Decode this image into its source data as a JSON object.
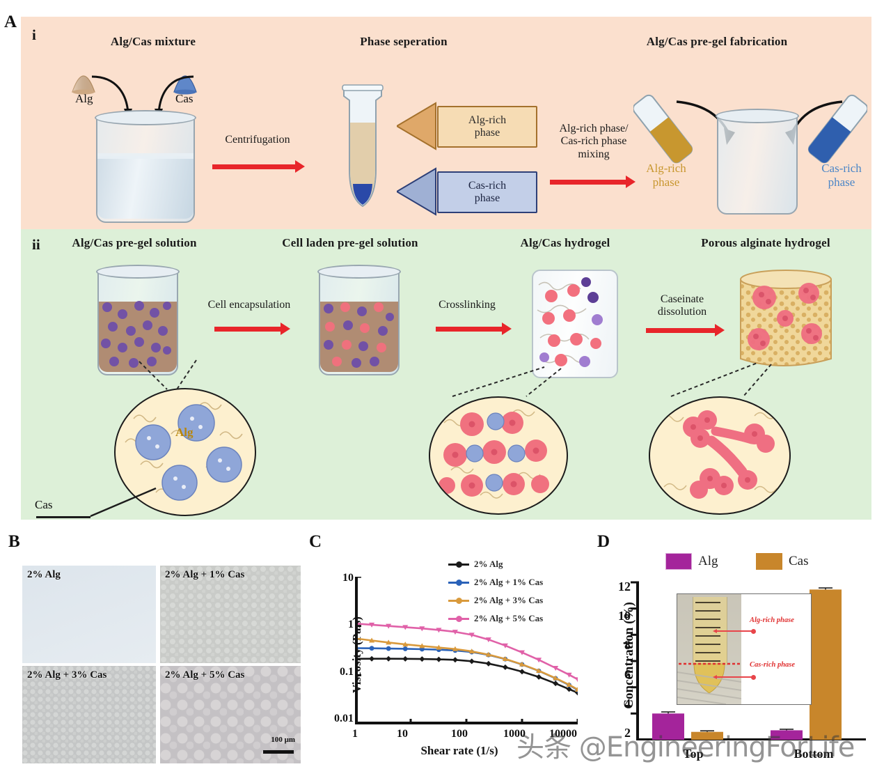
{
  "panels": {
    "a": {
      "letter": "A",
      "sub_i": "i",
      "sub_ii": "ii"
    },
    "b": {
      "letter": "B"
    },
    "c": {
      "letter": "C"
    },
    "d": {
      "letter": "D"
    }
  },
  "panel_a_i": {
    "titles": [
      "Alg/Cas mixture",
      "Phase seperation",
      "Alg/Cas pre-gel fabrication"
    ],
    "powder_labels": {
      "alg": "Alg",
      "cas": "Cas"
    },
    "arrow1_label": "Centrifugation",
    "arrow2_label": "Alg-rich phase/\nCas-rich phase\nmixing",
    "phase_boxes": [
      {
        "name": "alg-rich",
        "text": "Alg-rich\nphase"
      },
      {
        "name": "cas-rich",
        "text": "Cas-rich\nphase"
      }
    ],
    "vial_labels": [
      {
        "name": "alg-rich",
        "text": "Alg-rich\nphase"
      },
      {
        "name": "cas-rich",
        "text": "Cas-rich\nphase"
      }
    ]
  },
  "panel_a_ii": {
    "titles": [
      "Alg/Cas pre-gel solution",
      "Cell laden pre-gel solution",
      "Alg/Cas hydrogel",
      "Porous alginate hydrogel"
    ],
    "arrow_labels": [
      "Cell encapsulation",
      "Crosslinking",
      "Caseinate\ndissolution"
    ],
    "inset_labels": {
      "alg": "Alg",
      "cas": "Cas"
    }
  },
  "panel_b": {
    "images": [
      {
        "label": "2% Alg"
      },
      {
        "label": "2% Alg + 1% Cas"
      },
      {
        "label": "2% Alg + 3% Cas"
      },
      {
        "label": "2% Alg + 5% Cas"
      }
    ],
    "scalebar_label": "100 μm"
  },
  "chart_data": [
    {
      "id": "panel_c",
      "type": "line",
      "title": "",
      "xlabel": "Shear rate (1/s)",
      "ylabel": "Viscosity (Pa.s)",
      "xscale": "log",
      "yscale": "log",
      "xlim": [
        1,
        10000
      ],
      "ylim": [
        0.01,
        10
      ],
      "xticks": [
        "1",
        "10",
        "100",
        "1000",
        "10000"
      ],
      "yticks": [
        "0.01",
        "0.1",
        "1",
        "10"
      ],
      "grid": false,
      "legend_position": "top-right",
      "series": [
        {
          "name": "2% Alg",
          "color": "#1a1a1a",
          "marker": "diamond",
          "x": [
            1,
            2,
            4,
            8,
            16,
            32,
            63,
            125,
            250,
            500,
            1000,
            2000,
            4000,
            7000,
            10000
          ],
          "y": [
            0.215,
            0.216,
            0.216,
            0.215,
            0.213,
            0.21,
            0.205,
            0.192,
            0.172,
            0.145,
            0.118,
            0.092,
            0.068,
            0.052,
            0.044
          ]
        },
        {
          "name": "2% Alg + 1% Cas",
          "color": "#2a62b8",
          "marker": "circle",
          "x": [
            1,
            2,
            4,
            8,
            16,
            32,
            63,
            125,
            250,
            500,
            1000,
            2000,
            4000,
            7000,
            10000
          ],
          "y": [
            0.355,
            0.352,
            0.348,
            0.344,
            0.338,
            0.33,
            0.318,
            0.295,
            0.258,
            0.212,
            0.165,
            0.122,
            0.086,
            0.063,
            0.05
          ]
        },
        {
          "name": "2% Alg + 3% Cas",
          "color": "#d99a3c",
          "marker": "triangle",
          "x": [
            1,
            2,
            4,
            8,
            16,
            32,
            63,
            125,
            250,
            500,
            1000,
            2000,
            4000,
            7000,
            10000
          ],
          "y": [
            0.56,
            0.508,
            0.462,
            0.423,
            0.392,
            0.365,
            0.34,
            0.305,
            0.262,
            0.214,
            0.166,
            0.123,
            0.087,
            0.064,
            0.051
          ]
        },
        {
          "name": "2% Alg + 5% Cas",
          "color": "#e061a8",
          "marker": "triangle-down",
          "x": [
            1,
            2,
            4,
            8,
            16,
            32,
            63,
            125,
            250,
            500,
            1000,
            2000,
            4000,
            7000,
            10000
          ],
          "y": [
            1.12,
            1.06,
            1.0,
            0.945,
            0.89,
            0.83,
            0.76,
            0.66,
            0.53,
            0.4,
            0.29,
            0.205,
            0.14,
            0.102,
            0.082
          ]
        }
      ]
    },
    {
      "id": "panel_d",
      "type": "bar",
      "title": "",
      "xlabel": "",
      "ylabel": "Concentration (%)",
      "categories": [
        "Top",
        "Bottom"
      ],
      "yticks": [
        "2",
        "4",
        "6",
        "8",
        "10",
        "12"
      ],
      "ylim": [
        0,
        12
      ],
      "grid": false,
      "legend_position": "top",
      "series": [
        {
          "name": "Alg",
          "color": "#a4249b",
          "values": [
            2.0,
            0.72
          ],
          "errors": [
            0.12,
            0.08
          ]
        },
        {
          "name": "Cas",
          "color": "#c8862b",
          "values": [
            0.6,
            11.45
          ],
          "errors": [
            0.08,
            0.12
          ]
        }
      ]
    }
  ],
  "panel_d_inset": {
    "annotations": [
      {
        "name": "alg-rich-phase",
        "text": "Alg-rich phase"
      },
      {
        "name": "cas-rich-phase",
        "text": "Cas-rich phase"
      }
    ]
  },
  "watermark": {
    "text": "头条 @EngineeringForLife"
  }
}
